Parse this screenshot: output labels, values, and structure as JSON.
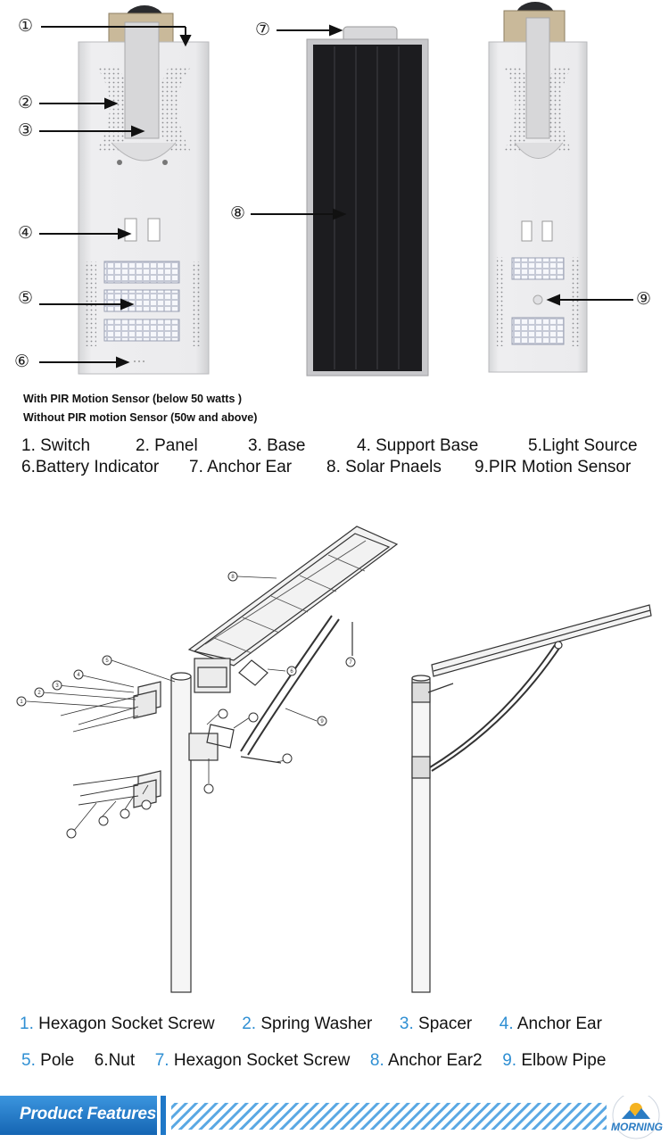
{
  "callouts": [
    "①",
    "②",
    "③",
    "④",
    "⑤",
    "⑥",
    "⑦",
    "⑧",
    "⑨"
  ],
  "notes": {
    "pir_with": "With PIR Motion Sensor (below 50 watts )",
    "pir_without": "Without PIR motion Sensor (50w and above)"
  },
  "legend": {
    "row1": [
      "1. Switch",
      "2. Panel",
      "3. Base",
      "4. Support Base",
      "5.Light Source"
    ],
    "row2": [
      "6.Battery Indicator",
      "7. Anchor Ear",
      "8. Solar Pnaels",
      "9.PIR Motion Sensor"
    ]
  },
  "diagram_labels": [
    "1",
    "2",
    "3",
    "4",
    "5",
    "6",
    "7",
    "8",
    "9"
  ],
  "parts": {
    "row1": [
      {
        "num": "1.",
        "label": "Hexagon Socket Screw"
      },
      {
        "num": "2.",
        "label": "Spring Washer"
      },
      {
        "num": "3.",
        "label": "Spacer"
      },
      {
        "num": "4.",
        "label": "Anchor Ear"
      }
    ],
    "row2": [
      {
        "num": "5.",
        "label": "Pole"
      },
      {
        "num": "",
        "label": "6.Nut"
      },
      {
        "num": "7.",
        "label": "Hexagon Socket Screw"
      },
      {
        "num": "8.",
        "label": "Anchor Ear2"
      },
      {
        "num": "9.",
        "label": "Elbow Pipe"
      }
    ]
  },
  "banner": {
    "title": "Product Features",
    "logo_text": "MORNING"
  },
  "colors": {
    "accent_blue": "#2f8fd3",
    "banner_blue": "#1f78c8",
    "housing": "#e9e9eb",
    "panel_dark": "#1c1c1f"
  }
}
